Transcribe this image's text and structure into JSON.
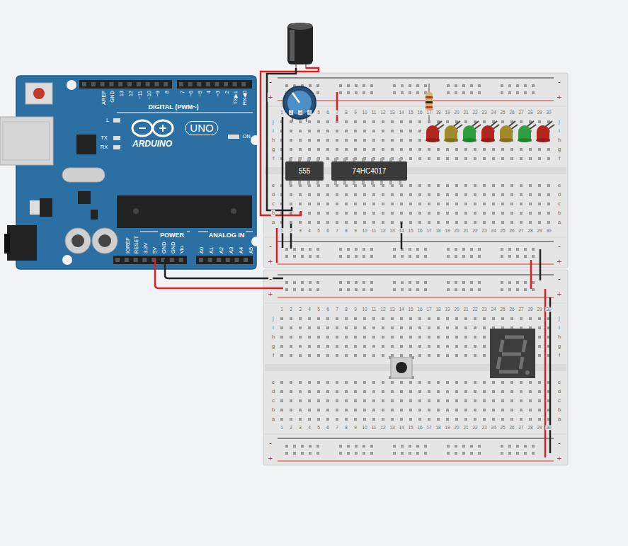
{
  "diagram": {
    "nodes": [
      {
        "text": [
          "ARDUINO",
          "UNO"
        ]
      },
      {
        "text": [
          "555"
        ]
      },
      {
        "text": [
          "74HC4017"
        ]
      }
    ],
    "labels": [
      "AREF",
      "GND",
      "13",
      "12",
      "~11",
      "~10",
      "~9",
      "8",
      "7",
      "~6",
      "~5",
      "4",
      "~3",
      "2",
      "TX▶1",
      "RX◀0",
      "DIGITAL (PWM~)",
      "L",
      "TX",
      "RX",
      "ON",
      "IOREF",
      "RESET",
      "3.3V",
      "5V",
      "GND",
      "GND",
      "Vin",
      "POWER",
      "ANALOG IN",
      "A0",
      "A1",
      "A2",
      "A3",
      "A4",
      "A5",
      "-",
      "+",
      "-",
      "+",
      "1",
      "2",
      "3",
      "4",
      "5",
      "6",
      "7",
      "8",
      "9",
      "10",
      "11",
      "12",
      "13",
      "14",
      "15",
      "16",
      "17",
      "18",
      "19",
      "20",
      "21",
      "22",
      "23",
      "24",
      "25",
      "26",
      "27",
      "28",
      "29",
      "30",
      "j",
      "i",
      "h",
      "g",
      "f",
      "e",
      "d",
      "c",
      "b",
      "a",
      "j",
      "i",
      "h",
      "g",
      "f",
      "e",
      "d",
      "c",
      "b",
      "a",
      "1",
      "2",
      "3",
      "4",
      "5",
      "6",
      "7",
      "8",
      "9",
      "10",
      "11",
      "12",
      "13",
      "14",
      "15",
      "16",
      "17",
      "18",
      "19",
      "20",
      "21",
      "22",
      "23",
      "24",
      "25",
      "26",
      "27",
      "28",
      "29",
      "30",
      "-",
      "+",
      "-",
      "+",
      "-",
      "+",
      "-",
      "+",
      "1",
      "2",
      "3",
      "4",
      "5",
      "6",
      "7",
      "8",
      "9",
      "10",
      "11",
      "12",
      "13",
      "14",
      "15",
      "16",
      "17",
      "18",
      "19",
      "20",
      "21",
      "22",
      "23",
      "24",
      "25",
      "26",
      "27",
      "28",
      "29",
      "30",
      "j",
      "i",
      "h",
      "g",
      "f",
      "e",
      "d",
      "c",
      "b",
      "a",
      "j",
      "i",
      "h",
      "g",
      "f",
      "e",
      "d",
      "c",
      "b",
      "a",
      "1",
      "2",
      "3",
      "4",
      "5",
      "6",
      "7",
      "8",
      "9",
      "10",
      "11",
      "12",
      "13",
      "14",
      "15",
      "16",
      "17",
      "18",
      "19",
      "20",
      "21",
      "22",
      "23",
      "24",
      "25",
      "26",
      "27",
      "28",
      "29",
      "30",
      "-",
      "+",
      "-",
      "+"
    ]
  }
}
